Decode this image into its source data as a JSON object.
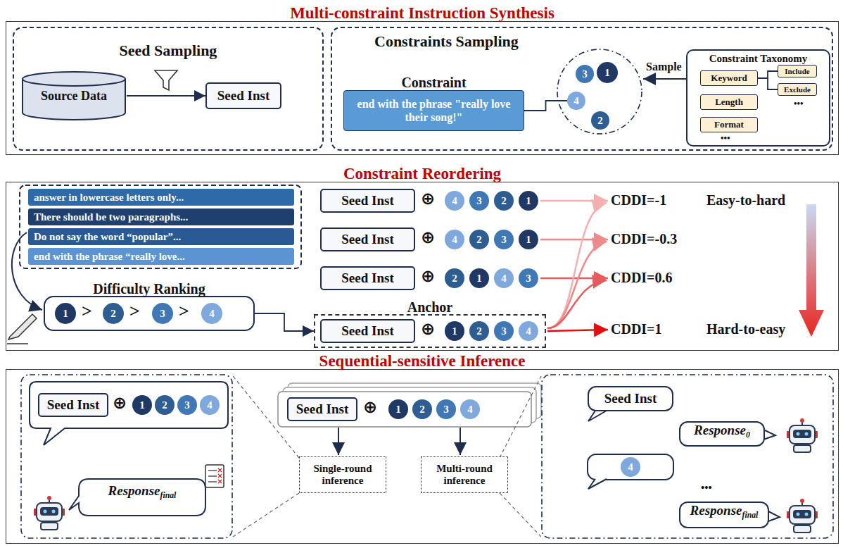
{
  "diagram": {
    "nodes": [
      {
        "text": [
          "Multi-constraint Instruction Synthesis"
        ]
      },
      {
        "text": [
          "Seed Sampling"
        ],
        "in": 0
      },
      {
        "text": [
          "Source Data"
        ],
        "in": 1
      },
      {
        "text": [
          "Seed Inst"
        ],
        "in": 1
      },
      {
        "text": [
          "Constraints Sampling"
        ],
        "in": 0
      },
      {
        "text": [
          "Constraint",
          "end with the phrase \"really love their song!\""
        ],
        "in": 4
      },
      {
        "text": [
          "3"
        ],
        "in": 4
      },
      {
        "text": [
          "1"
        ],
        "in": 4
      },
      {
        "text": [
          "4"
        ],
        "in": 4
      },
      {
        "text": [
          "2"
        ],
        "in": 4
      },
      {
        "text": [
          "Constraint Taxonomy"
        ],
        "in": 4
      },
      {
        "text": [
          "Keyword"
        ],
        "in": 10
      },
      {
        "text": [
          "Include"
        ],
        "in": 10
      },
      {
        "text": [
          "Exclude"
        ],
        "in": 10
      },
      {
        "text": [
          "Length"
        ],
        "in": 10
      },
      {
        "text": [
          "Format"
        ],
        "in": 10
      },
      {
        "text": [
          "Constraint Reordering"
        ]
      },
      {
        "text": [
          "answer in lowercase letters only..."
        ],
        "in": 16
      },
      {
        "text": [
          "There should be two paragraphs..."
        ],
        "in": 16
      },
      {
        "text": [
          "Do not say the word “popular”..."
        ],
        "in": 16
      },
      {
        "text": [
          "end with the phrase “really love..."
        ],
        "in": 16
      },
      {
        "text": [
          "Seed Inst"
        ],
        "in": 16
      },
      {
        "text": [
          "4"
        ],
        "in": 16
      },
      {
        "text": [
          "3"
        ],
        "in": 16
      },
      {
        "text": [
          "2"
        ],
        "in": 16
      },
      {
        "text": [
          "1"
        ],
        "in": 16
      },
      {
        "text": [
          "Seed Inst"
        ],
        "in": 16
      },
      {
        "text": [
          "4"
        ],
        "in": 16
      },
      {
        "text": [
          "2"
        ],
        "in": 16
      },
      {
        "text": [
          "3"
        ],
        "in": 16
      },
      {
        "text": [
          "1"
        ],
        "in": 16
      },
      {
        "text": [
          "Seed Inst"
        ],
        "in": 16
      },
      {
        "text": [
          "2"
        ],
        "in": 16
      },
      {
        "text": [
          "1"
        ],
        "in": 16
      },
      {
        "text": [
          "4"
        ],
        "in": 16
      },
      {
        "text": [
          "3"
        ],
        "in": 16
      },
      {
        "text": [
          "Difficulty Ranking"
        ],
        "in": 16
      },
      {
        "text": [
          "1"
        ],
        "in": 36
      },
      {
        "text": [
          "2"
        ],
        "in": 36
      },
      {
        "text": [
          "3"
        ],
        "in": 36
      },
      {
        "text": [
          "4"
        ],
        "in": 36
      },
      {
        "text": [
          "Anchor"
        ],
        "in": 16
      },
      {
        "text": [
          "Seed Inst"
        ],
        "in": 41
      },
      {
        "text": [
          "1"
        ],
        "in": 41
      },
      {
        "text": [
          "2"
        ],
        "in": 41
      },
      {
        "text": [
          "3"
        ],
        "in": 41
      },
      {
        "text": [
          "4"
        ],
        "in": 41
      },
      {
        "text": [
          "Sequential-sensitive Inference"
        ]
      },
      {
        "text": [
          "Seed Inst"
        ],
        "in": 47
      },
      {
        "text": [
          "1"
        ],
        "in": 47
      },
      {
        "text": [
          "2"
        ],
        "in": 47
      },
      {
        "text": [
          "3"
        ],
        "in": 47
      },
      {
        "text": [
          "4"
        ],
        "in": 47
      },
      {
        "text": [
          "Response",
          "final"
        ],
        "in": 47
      },
      {
        "text": [
          "Seed Inst"
        ],
        "in": 47
      },
      {
        "text": [
          "1"
        ],
        "in": 47
      },
      {
        "text": [
          "2"
        ],
        "in": 47
      },
      {
        "text": [
          "3"
        ],
        "in": 47
      },
      {
        "text": [
          "4"
        ],
        "in": 47
      },
      {
        "text": [
          "Single-round inference"
        ],
        "in": 47
      },
      {
        "text": [
          "Multi-round inference"
        ],
        "in": 47
      },
      {
        "text": [
          "Seed Inst"
        ],
        "in": 47
      },
      {
        "text": [
          "Response",
          "0"
        ],
        "in": 47
      },
      {
        "text": [
          "4"
        ],
        "in": 47
      },
      {
        "text": [
          "Response",
          "final"
        ],
        "in": 47
      }
    ],
    "edges": [
      {
        "from": 2,
        "to": 3,
        "arrow": "to"
      },
      {
        "from": 5,
        "to": 8,
        "arrow": "none"
      },
      {
        "from": 11,
        "to": 12,
        "arrow": "none"
      },
      {
        "from": 11,
        "to": 13,
        "arrow": "none"
      },
      {
        "from": 36,
        "to": 41,
        "arrow": "to"
      }
    ],
    "labels": [
      "Sample",
      "•••",
      "•••",
      ">",
      ">",
      ">",
      "⊕",
      "⊕",
      "⊕",
      "⊕",
      "CDDI=-1",
      "CDDI=-0.3",
      "CDDI=0.6",
      "CDDI=1",
      "Easy-to-hard",
      "Hard-to-easy",
      "⊕",
      "⊕",
      "•••"
    ]
  }
}
